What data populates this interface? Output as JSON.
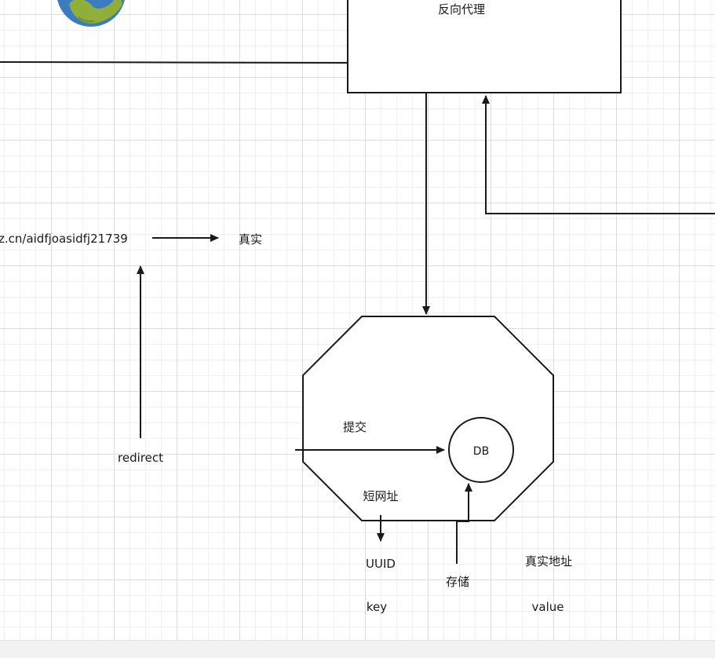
{
  "labels": {
    "reverse_proxy": "反向代理",
    "short_url": "z.cn/aidfjoasidfj21739",
    "real": "真实",
    "redirect": "redirect",
    "submit": "提交",
    "db": "DB",
    "short_address": "短网址",
    "uuid": "UUID",
    "storage": "存储",
    "real_address": "真实地址",
    "key": "key",
    "value": "value"
  },
  "icons": {
    "globe": "globe-icon"
  },
  "colors": {
    "line": "#1a1a1a",
    "globe_ocean": "#3b7bbf",
    "globe_land": "#8fae3a"
  }
}
